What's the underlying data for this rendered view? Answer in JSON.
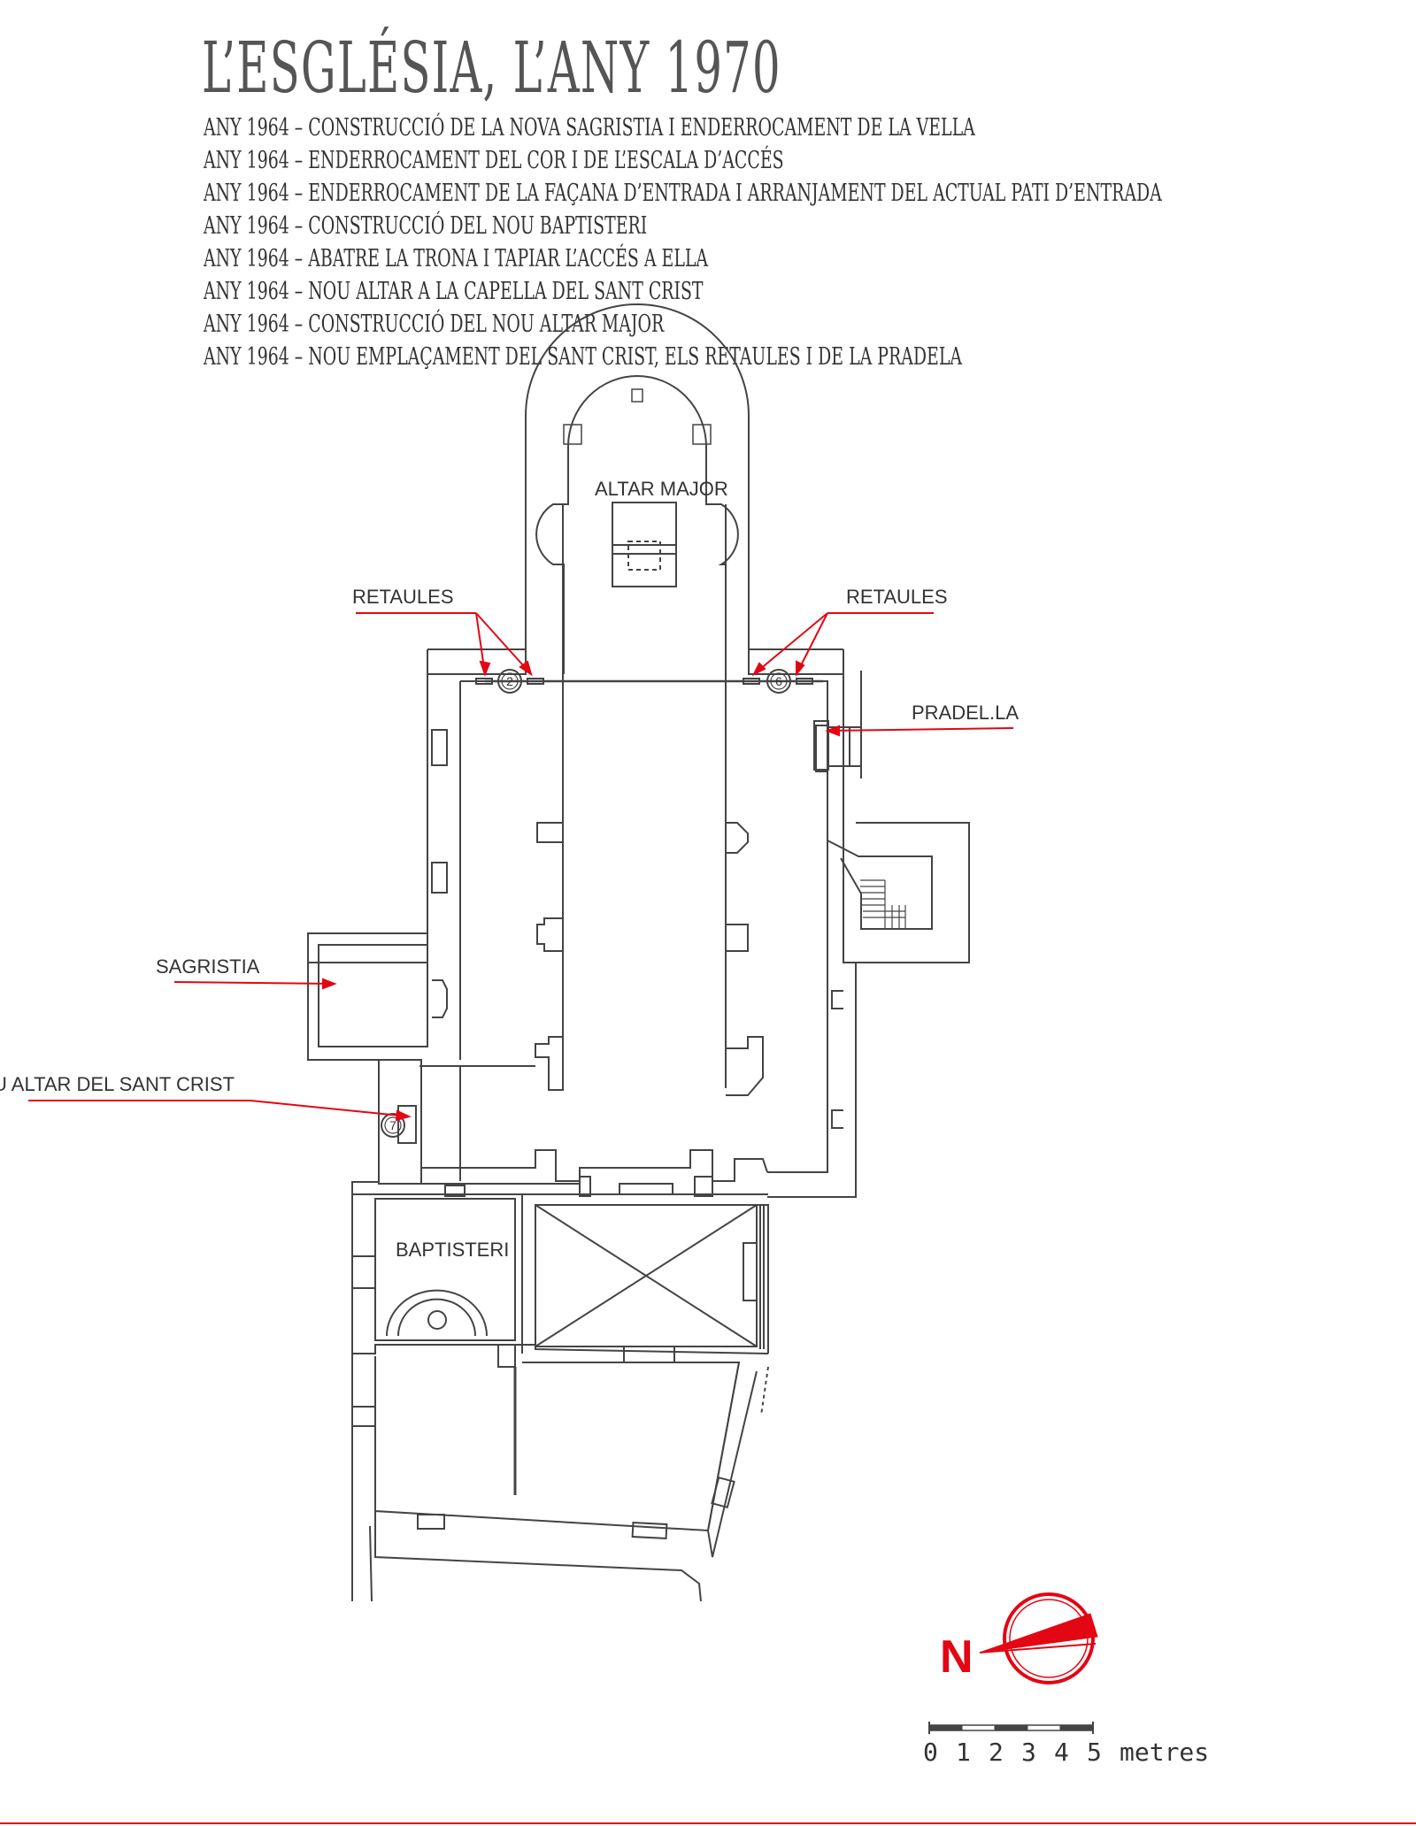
{
  "title": "L’ESGLÉSIA, L’ANY 1970",
  "notes": [
    "ANY 1964 – CONSTRUCCIÓ DE LA NOVA SAGRISTIA I ENDERROCAMENT DE LA VELLA",
    "ANY 1964 – ENDERROCAMENT DEL COR I DE L’ESCALA D’ACCÉS",
    "ANY 1964 – ENDERROCAMENT DE LA FAÇANA D’ENTRADA I ARRANJAMENT DEL ACTUAL PATI D’ENTRADA",
    "ANY 1964 – CONSTRUCCIÓ DEL NOU BAPTISTERI",
    "ANY 1964 – ABATRE LA TRONA I TAPIAR L’ACCÉS A ELLA",
    "ANY 1964 – NOU ALTAR A LA CAPELLA DEL SANT CRIST",
    "ANY 1964 – CONSTRUCCIÓ DEL NOU ALTAR MAJOR",
    "ANY 1964 – NOU EMPLAÇAMENT DEL SANT CRIST, ELS RETAULES I DE LA PRADELA"
  ],
  "labels": {
    "altar_major": "ALTAR MAJOR",
    "retaules_left": "RETAULES",
    "retaules_right": "RETAULES",
    "pradella": "PRADEL.LA",
    "sagristia": "SAGRISTIA",
    "altar_sant_crist": "U ALTAR DEL SANT CRIST",
    "baptisteri": "BAPTISTERI"
  },
  "markers": {
    "m2": "2",
    "m6": "6",
    "m7": "7"
  },
  "north_label": "N",
  "scale": {
    "numbers": [
      "0",
      "1",
      "2",
      "3",
      "4",
      "5"
    ],
    "unit": "metres"
  },
  "colors": {
    "annotation": "#e30613",
    "line": "#444444",
    "text": "#333333"
  }
}
